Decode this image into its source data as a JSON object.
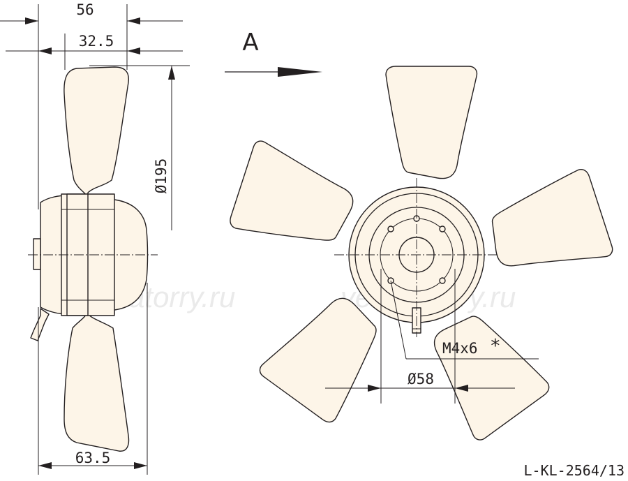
{
  "drawing": {
    "colors": {
      "ink": "#231f20",
      "part_fill": "#fdf5e8",
      "watermark": "#dcdcdc"
    },
    "view_marker": "A",
    "watermark_text": "ventilatorry.ru",
    "drawing_code": "L-KL-2564/13",
    "dimensions": {
      "overall_depth": "56",
      "blade_offset": "32.5",
      "hub_depth": "63.5",
      "diameter": "Ø195",
      "bore_diameter": "Ø58",
      "screw": "M4x6",
      "screw_note_mark": "*"
    }
  }
}
